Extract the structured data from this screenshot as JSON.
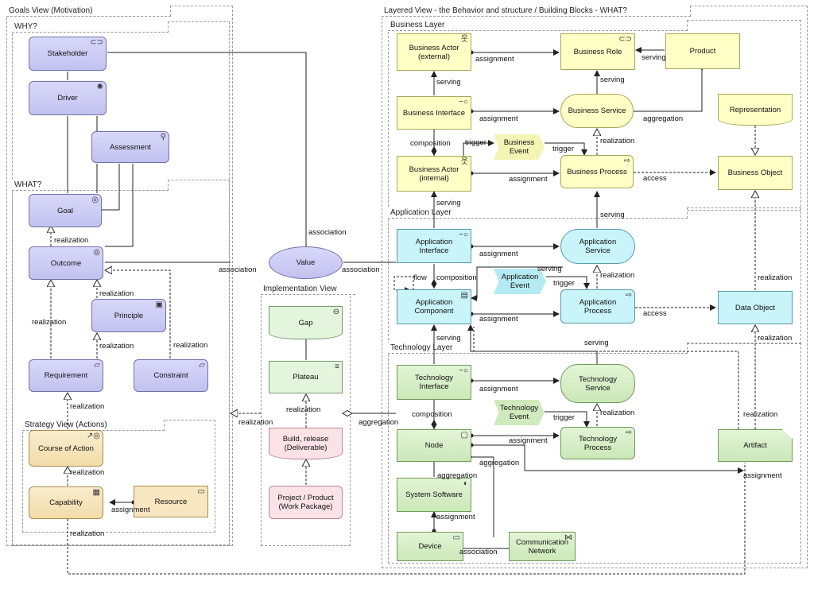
{
  "groups": {
    "goals": "Goals View (Motivation)",
    "why": "WHY?",
    "what": "WHAT?",
    "strategy": "Strategy View (Actions)",
    "implementation": "Implementation View",
    "layered": "Layered View - the Behavior and structure  / Building Blocks - WHAT?",
    "business": "Business Layer",
    "application": "Application Layer",
    "technology": "Technology Layer"
  },
  "elements": {
    "stakeholder": "Stakeholder",
    "driver": "Driver",
    "assessment": "Assessment",
    "goal": "Goal",
    "outcome": "Outcome",
    "principle": "Principle",
    "requirement": "Requirement",
    "constraint": "Constraint",
    "value": "Value",
    "course_of_action": "Course of Action",
    "capability": "Capability",
    "resource": "Resource",
    "gap": "Gap",
    "plateau": "Plateau",
    "deliverable": "Build, release\n(Deliverable)",
    "work_package": "Project / Product\n(Work Package)",
    "business_actor_ext": "Business Actor\n(external)",
    "business_role": "Business Role",
    "product": "Product",
    "business_interface": "Business Interface",
    "business_service": "Business Service",
    "representation": "Representation",
    "business_event": "Business\nEvent",
    "business_actor_int": "Business Actor\n(internal)",
    "business_process": "Business Process",
    "business_object": "Business Object",
    "application_interface": "Application\nInterface",
    "application_service": "Application\nService",
    "application_event": "Application\nEvent",
    "application_component": "Application\nComponent",
    "application_process": "Application\nProcess",
    "data_object": "Data Object",
    "technology_interface": "Technology\nInterface",
    "technology_service": "Technology\nService",
    "technology_event": "Technology\nEvent",
    "node": "Node",
    "technology_process": "Technology\nProcess",
    "artifact": "Artifact",
    "system_software": "System Software",
    "device": "Device",
    "communication_network": "Communication\nNetwork"
  },
  "relations": {
    "r01": "realization",
    "r02": "realization",
    "r03": "realization",
    "r04": "realization",
    "r05": "realization",
    "r06": "realization",
    "r07": "realization",
    "r08": "realization",
    "r09": "realization",
    "r10": "realization",
    "r11": "realization",
    "r12": "realization",
    "r13": "realization",
    "r14": "realization",
    "r15": "realization",
    "assoc1": "association",
    "assoc2": "association",
    "assoc3": "association",
    "assoc4": "association",
    "assign1": "assignment",
    "assign2": "assignment",
    "assign3": "assignment",
    "assign4": "assignment",
    "assign5": "assignment",
    "assign6": "assignment",
    "assign7": "assignment",
    "assign8": "assignment",
    "assign9": "assignment",
    "assign10": "assignment",
    "serv1": "serving",
    "serv2": "serving",
    "serv3": "serving",
    "serv4": "serving",
    "serv5": "serving",
    "serv6": "serving",
    "serv7": "serving",
    "serv8": "serving",
    "agg1": "aggregation",
    "agg2": "aggregation",
    "agg3": "aggregation",
    "agg4": "aggregation",
    "comp1": "composition",
    "comp2": "composition",
    "comp3": "composition",
    "trig1": "trigger",
    "trig2": "trigger",
    "trig3": "trigger",
    "trig4": "trigger",
    "access1": "access",
    "access2": "access",
    "flow": "flow"
  },
  "colors": {
    "motivation": "#c8c8f5",
    "strategy": "#f5e1b4",
    "business": "#ffffc6",
    "application": "#c8f4fa",
    "technology": "#d6eec6",
    "implementation_green": "#e0f4d8",
    "implementation_pink": "#fbe0e4"
  }
}
